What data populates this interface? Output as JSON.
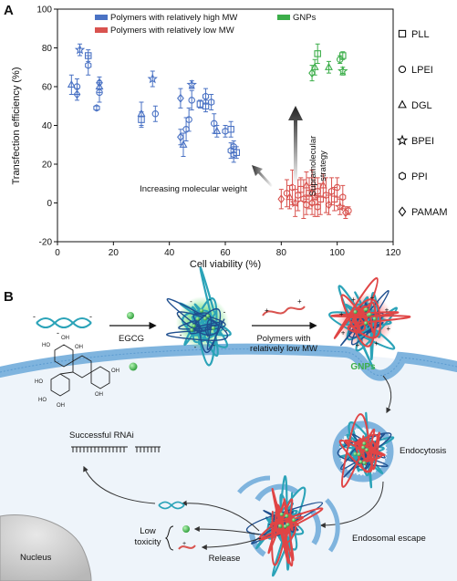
{
  "panel_a": {
    "label": "A",
    "x_axis_label": "Cell viability (%)",
    "y_axis_label": "Transfection efficiency (%)",
    "x_ticks": [
      "0",
      "20",
      "40",
      "60",
      "80",
      "100",
      "120"
    ],
    "y_ticks": [
      "-20",
      "0",
      "20",
      "40",
      "60",
      "80",
      "100"
    ],
    "legend": {
      "high_mw": "Polymers with relatively high MW",
      "low_mw": "Polymers with relatively low MW",
      "gnps": "GNPs"
    },
    "marker_legend": [
      "PLL",
      "LPEI",
      "DGL",
      "BPEI",
      "PPI",
      "PAMAM"
    ],
    "arrow_mw_label": "Increasing molecular weight",
    "supramolecular_label_1": "Supramolecular",
    "supramolecular_label_2": "strategy"
  },
  "panel_b": {
    "label": "B",
    "egcg": "EGCG",
    "polymers_line1": "Polymers with",
    "polymers_line2": "relatively low MW",
    "gnps": "GNPs",
    "endocytosis": "Endocytosis",
    "endosomal_escape": "Endosomal escape",
    "successful_rnai": "Successful RNAi",
    "low": "Low",
    "toxicity": "toxicity",
    "release": "Release",
    "nucleus": "Nucleus"
  },
  "colors": {
    "blue": "#4a72c4",
    "red": "#d9534f",
    "green": "#3cae4a",
    "membrane": "#7fb4de",
    "cell": "#eef4fa"
  },
  "chart_data": {
    "type": "scatter",
    "xlabel": "Cell viability (%)",
    "ylabel": "Transfection efficiency (%)",
    "xlim": [
      0,
      120
    ],
    "ylim": [
      -20,
      100
    ],
    "series": [
      {
        "name": "Polymers with relatively high MW",
        "color": "#4a72c4",
        "points": [
          {
            "x": 5,
            "y": 61,
            "err": 5,
            "m": "triangle"
          },
          {
            "x": 7,
            "y": 60,
            "err": 4,
            "m": "circle"
          },
          {
            "x": 7,
            "y": 56,
            "err": 3,
            "m": "diamond"
          },
          {
            "x": 8,
            "y": 79,
            "err": 3,
            "m": "star"
          },
          {
            "x": 11,
            "y": 76,
            "err": 3,
            "m": "square"
          },
          {
            "x": 11,
            "y": 71,
            "err": 5,
            "m": "hexagon"
          },
          {
            "x": 14,
            "y": 49,
            "err": 1,
            "m": "hexagon"
          },
          {
            "x": 15,
            "y": 62,
            "err": 3,
            "m": "diamond"
          },
          {
            "x": 15,
            "y": 60,
            "err": 3,
            "m": "triangle"
          },
          {
            "x": 15,
            "y": 57,
            "err": 5,
            "m": "circle"
          },
          {
            "x": 30,
            "y": 46,
            "err": 6,
            "m": "triangle"
          },
          {
            "x": 30,
            "y": 43,
            "err": 4,
            "m": "square"
          },
          {
            "x": 34,
            "y": 64,
            "err": 4,
            "m": "star"
          },
          {
            "x": 35,
            "y": 46,
            "err": 4,
            "m": "circle"
          },
          {
            "x": 44,
            "y": 54,
            "err": 5,
            "m": "diamond"
          },
          {
            "x": 44,
            "y": 34,
            "err": 4,
            "m": "diamond"
          },
          {
            "x": 46,
            "y": 38,
            "err": 6,
            "m": "circle"
          },
          {
            "x": 45,
            "y": 30,
            "err": 6,
            "m": "triangle"
          },
          {
            "x": 47,
            "y": 43,
            "err": 6,
            "m": "circle"
          },
          {
            "x": 48,
            "y": 53,
            "err": 5,
            "m": "circle"
          },
          {
            "x": 48,
            "y": 61,
            "err": 2,
            "m": "star"
          },
          {
            "x": 51,
            "y": 51,
            "err": 2,
            "m": "square"
          },
          {
            "x": 53,
            "y": 55,
            "err": 4,
            "m": "hexagon"
          },
          {
            "x": 53,
            "y": 50,
            "err": 3,
            "m": "square"
          },
          {
            "x": 55,
            "y": 52,
            "err": 4,
            "m": "hexagon"
          },
          {
            "x": 56,
            "y": 41,
            "err": 5,
            "m": "circle"
          },
          {
            "x": 57,
            "y": 37,
            "err": 3,
            "m": "triangle"
          },
          {
            "x": 60,
            "y": 37,
            "err": 3,
            "m": "hexagon"
          },
          {
            "x": 62,
            "y": 38,
            "err": 4,
            "m": "square"
          },
          {
            "x": 62,
            "y": 27,
            "err": 4,
            "m": "hexagon"
          },
          {
            "x": 63,
            "y": 29,
            "err": 3,
            "m": "circle"
          },
          {
            "x": 63,
            "y": 25,
            "err": 4,
            "m": "hexagon"
          },
          {
            "x": 64,
            "y": 26,
            "err": 3,
            "m": "square"
          }
        ]
      },
      {
        "name": "Polymers with relatively low MW",
        "color": "#d9534f",
        "points": [
          {
            "x": 80,
            "y": 2,
            "err": 5,
            "m": "diamond"
          },
          {
            "x": 82,
            "y": 5,
            "err": 7,
            "m": "circle"
          },
          {
            "x": 83,
            "y": 3,
            "err": 6,
            "m": "triangle"
          },
          {
            "x": 84,
            "y": 8,
            "err": 9,
            "m": "hexagon"
          },
          {
            "x": 85,
            "y": 0,
            "err": 7,
            "m": "star"
          },
          {
            "x": 86,
            "y": 4,
            "err": 8,
            "m": "circle"
          },
          {
            "x": 87,
            "y": 7,
            "err": 6,
            "m": "square"
          },
          {
            "x": 88,
            "y": 2,
            "err": 10,
            "m": "hexagon"
          },
          {
            "x": 89,
            "y": 9,
            "err": 7,
            "m": "triangle"
          },
          {
            "x": 89,
            "y": -1,
            "err": 5,
            "m": "circle"
          },
          {
            "x": 90,
            "y": 5,
            "err": 8,
            "m": "square"
          },
          {
            "x": 91,
            "y": 0,
            "err": 6,
            "m": "diamond"
          },
          {
            "x": 91,
            "y": 8,
            "err": 9,
            "m": "hexagon"
          },
          {
            "x": 92,
            "y": 3,
            "err": 10,
            "m": "star"
          },
          {
            "x": 93,
            "y": 6,
            "err": 7,
            "m": "circle"
          },
          {
            "x": 93,
            "y": -2,
            "err": 5,
            "m": "hexagon"
          },
          {
            "x": 94,
            "y": 2,
            "err": 8,
            "m": "square"
          },
          {
            "x": 95,
            "y": 9,
            "err": 6,
            "m": "triangle"
          },
          {
            "x": 96,
            "y": 4,
            "err": 9,
            "m": "circle"
          },
          {
            "x": 97,
            "y": -1,
            "err": 5,
            "m": "diamond"
          },
          {
            "x": 98,
            "y": 6,
            "err": 7,
            "m": "hexagon"
          },
          {
            "x": 99,
            "y": 2,
            "err": 6,
            "m": "square"
          },
          {
            "x": 100,
            "y": 8,
            "err": 5,
            "m": "circle"
          },
          {
            "x": 101,
            "y": -2,
            "err": 4,
            "m": "star"
          },
          {
            "x": 102,
            "y": 3,
            "err": 6,
            "m": "hexagon"
          },
          {
            "x": 103,
            "y": -5,
            "err": 3,
            "m": "diamond"
          },
          {
            "x": 104,
            "y": -4,
            "err": 2,
            "m": "circle"
          }
        ]
      },
      {
        "name": "GNPs",
        "color": "#3cae4a",
        "points": [
          {
            "x": 91,
            "y": 67,
            "err": 4,
            "m": "diamond"
          },
          {
            "x": 92,
            "y": 70,
            "err": 4,
            "m": "triangle"
          },
          {
            "x": 93,
            "y": 77,
            "err": 5,
            "m": "square"
          },
          {
            "x": 97,
            "y": 70,
            "err": 3,
            "m": "triangle"
          },
          {
            "x": 101,
            "y": 74,
            "err": 2,
            "m": "circle"
          },
          {
            "x": 102,
            "y": 76,
            "err": 2,
            "m": "square"
          },
          {
            "x": 102,
            "y": 68,
            "err": 2,
            "m": "star"
          }
        ]
      }
    ]
  }
}
